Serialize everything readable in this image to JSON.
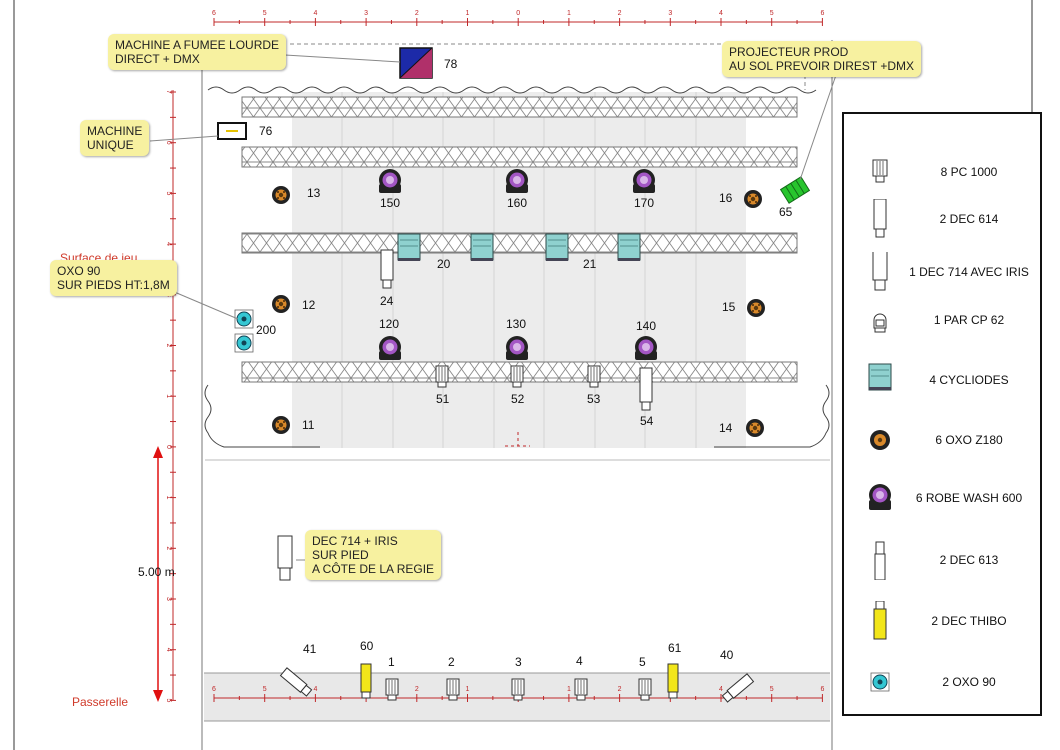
{
  "ruler_top": [
    "6",
    "5",
    "4",
    "3",
    "2",
    "1",
    "0",
    "1",
    "2",
    "3",
    "4",
    "5",
    "6"
  ],
  "ruler_bottom": [
    "6",
    "5",
    "4",
    "3",
    "2",
    "1",
    "0",
    "1",
    "2",
    "3",
    "4",
    "5",
    "6"
  ],
  "ruler_left": [
    "7",
    "6",
    "5",
    "4",
    "3",
    "2",
    "1",
    "0",
    "1",
    "2",
    "3",
    "4",
    "5"
  ],
  "scale_label": "5.00 m",
  "stage_label": "Surface de jeu",
  "passerelle_label": "Passerelle",
  "notes": {
    "fumee": "MACHINE A FUMEE LOURDE\nDIRECT + DMX",
    "unique": "MACHINE\nUNIQUE",
    "oxo": "OXO 90\nSUR PIEDS HT:1,8M",
    "projecteur": "PROJECTEUR PROD\nAU SOL PREVOIR DIREST +DMX",
    "dec714": "DEC 714 + IRIS\nSUR PIED\nA CÔTE DE LA REGIE"
  },
  "fixtures": {
    "f78": "78",
    "f76": "76",
    "f65": "65",
    "f13": "13",
    "f16": "16",
    "f12": "12",
    "f15": "15",
    "f11": "11",
    "f14": "14",
    "f150": "150",
    "f160": "160",
    "f170": "170",
    "f120": "120",
    "f130": "130",
    "f140": "140",
    "f20": "20",
    "f21": "21",
    "f24": "24",
    "f200": "200",
    "f51": "51",
    "f52": "52",
    "f53": "53",
    "f54": "54",
    "f41": "41",
    "f60": "60",
    "f61": "61",
    "f40": "40",
    "f1": "1",
    "f2": "2",
    "f3": "3",
    "f4": "4",
    "f5": "5"
  },
  "legend": [
    {
      "icon": "pc-1000-icon",
      "label": "8 PC 1000"
    },
    {
      "icon": "dec-614-icon",
      "label": "2 DEC 614"
    },
    {
      "icon": "dec-714-icon",
      "label": "1 DEC 714 AVEC IRIS"
    },
    {
      "icon": "par-cp62-icon",
      "label": "1 PAR CP 62"
    },
    {
      "icon": "cycliode-icon",
      "label": "4 CYCLIODES"
    },
    {
      "icon": "oxo-z180-icon",
      "label": "6 OXO Z180"
    },
    {
      "icon": "robe-wash-icon",
      "label": "6 ROBE WASH 600"
    },
    {
      "icon": "dec-613-icon",
      "label": "2 DEC 613"
    },
    {
      "icon": "dec-thibo-icon",
      "label": "2 DEC THIBO"
    },
    {
      "icon": "oxo-90-icon",
      "label": "2 OXO 90"
    }
  ],
  "colors": {
    "ruler": "#c0282a",
    "note_bg": "#f7f1a0",
    "wash": "#8a3aa8",
    "oxo": "#d9892a",
    "cycliode": "#8fd1cf",
    "thibo": "#f2e61a",
    "oxo90": "#35c7d3",
    "projector": "#27c52d"
  }
}
